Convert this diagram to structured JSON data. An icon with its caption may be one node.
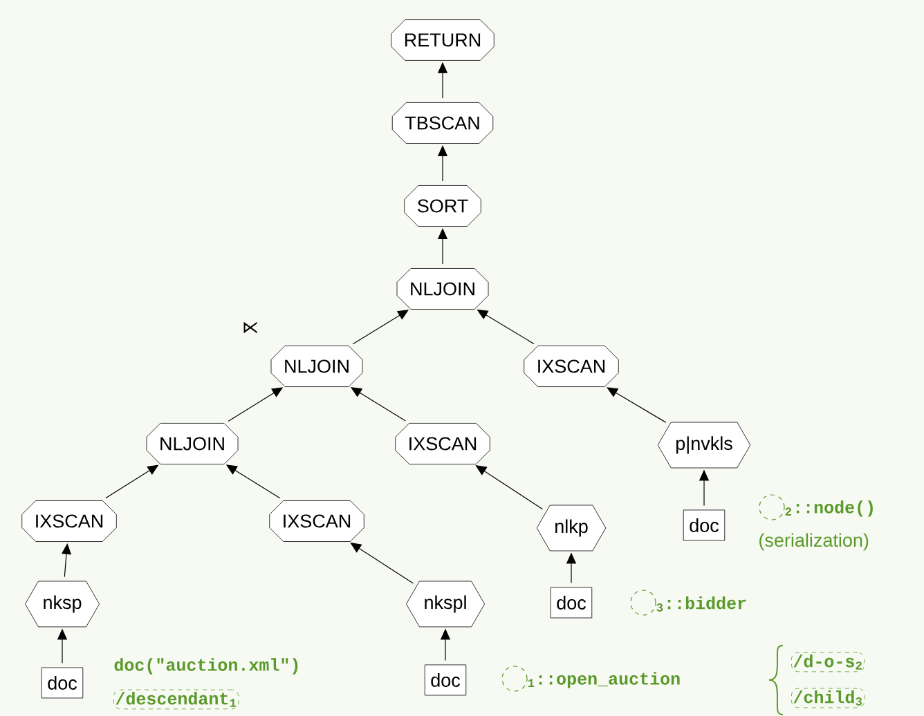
{
  "diagram": {
    "nodes": [
      {
        "text": [
          "RETURN"
        ]
      },
      {
        "text": [
          "TBSCAN"
        ]
      },
      {
        "text": [
          "SORT"
        ]
      },
      {
        "text": [
          "NLJOIN"
        ]
      },
      {
        "text": [
          "NLJOIN"
        ],
        "beside": [
          "⋉"
        ]
      },
      {
        "text": [
          "IXSCAN"
        ]
      },
      {
        "text": [
          "NLJOIN"
        ]
      },
      {
        "text": [
          "IXSCAN"
        ]
      },
      {
        "text": [
          "p|nvkls"
        ]
      },
      {
        "text": [
          "IXSCAN"
        ]
      },
      {
        "text": [
          "IXSCAN"
        ]
      },
      {
        "text": [
          "nlkp"
        ]
      },
      {
        "text": [
          "doc"
        ]
      },
      {
        "text": [
          "nksp"
        ]
      },
      {
        "text": [
          "nkspl"
        ]
      },
      {
        "text": [
          "doc"
        ]
      },
      {
        "text": [
          "doc"
        ]
      },
      {
        "text": [
          "doc"
        ]
      }
    ],
    "edges": [
      {
        "from": 1,
        "to": 0,
        "arrow": "to"
      },
      {
        "from": 2,
        "to": 1,
        "arrow": "to"
      },
      {
        "from": 3,
        "to": 2,
        "arrow": "to"
      },
      {
        "from": 4,
        "to": 3,
        "arrow": "to"
      },
      {
        "from": 5,
        "to": 3,
        "arrow": "to"
      },
      {
        "from": 6,
        "to": 4,
        "arrow": "to"
      },
      {
        "from": 7,
        "to": 4,
        "arrow": "to"
      },
      {
        "from": 8,
        "to": 5,
        "arrow": "to"
      },
      {
        "from": 9,
        "to": 6,
        "arrow": "to"
      },
      {
        "from": 10,
        "to": 6,
        "arrow": "to"
      },
      {
        "from": 11,
        "to": 7,
        "arrow": "to"
      },
      {
        "from": 12,
        "to": 8,
        "arrow": "to"
      },
      {
        "from": 13,
        "to": 9,
        "arrow": "to"
      },
      {
        "from": 14,
        "to": 10,
        "arrow": "to"
      },
      {
        "from": 15,
        "to": 11,
        "arrow": "to"
      },
      {
        "from": 16,
        "to": 13,
        "arrow": "to"
      },
      {
        "from": 17,
        "to": 14,
        "arrow": "to"
      }
    ],
    "labels": [
      "doc(\"auction.xml\")",
      "/descendant$_{1}$",
      "$_{2}$::node()",
      "(serialization)",
      "$_{3}$::bidder",
      "$_{1}$::open_auction",
      "/d-o-s$_{2}$",
      "/child$_{3}$"
    ]
  }
}
